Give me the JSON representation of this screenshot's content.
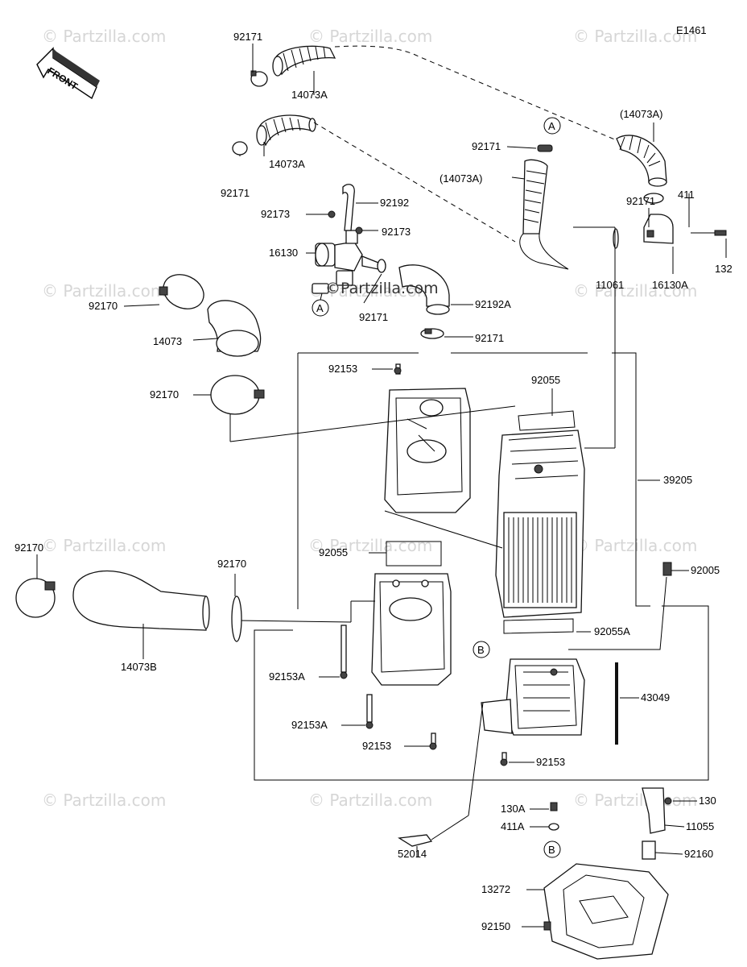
{
  "diagram_code": "E1461",
  "front_label": "FRONT",
  "center_watermark": "©Partzilla.com",
  "watermarks": [
    "© Partzilla.com",
    "© Partzilla.com",
    "© Partzilla.com",
    "© Partzilla.com",
    "© Partzilla.com",
    "© Partzilla.com",
    "© Partzilla.com",
    "© Partzilla.com",
    "© Partzilla.com",
    "© Partzilla.com",
    "© Partzilla.com",
    "© Partzilla.com"
  ],
  "callouts": {
    "A_top": "A",
    "A_mid": "A",
    "B_left": "B",
    "B_bottom": "B"
  },
  "labels": [
    "92171",
    "14073A",
    "92171",
    "14073A",
    "92171",
    "(14073A)",
    "92192",
    "92173",
    "92173",
    "16130",
    "(14073A)",
    "92171",
    "411",
    "132",
    "11061",
    "16130A",
    "92170",
    "92171",
    "92192A",
    "92171",
    "14073",
    "92153",
    "92170",
    "92055",
    "39205",
    "92055",
    "92170",
    "92170",
    "92005",
    "14073B",
    "92055A",
    "92153A",
    "43049",
    "92153A",
    "92153",
    "92153",
    "52014",
    "130A",
    "130",
    "411A",
    "11055",
    "92160",
    "13272",
    "92150"
  ]
}
